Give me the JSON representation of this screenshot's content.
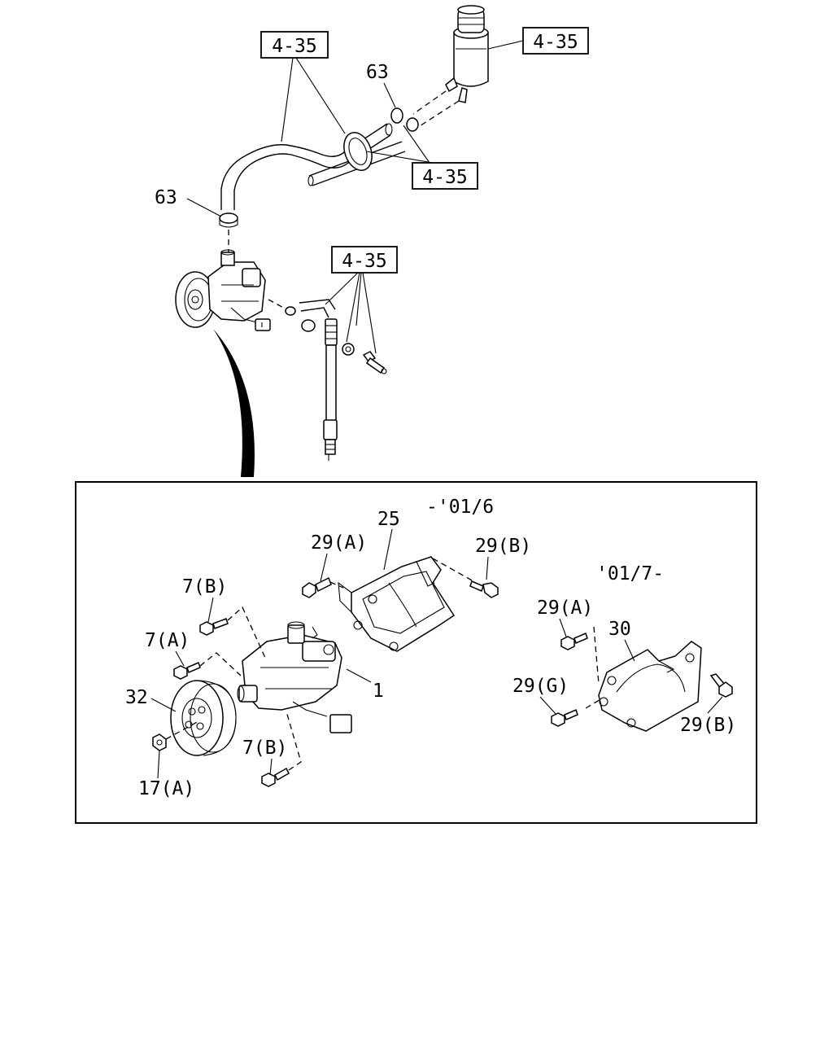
{
  "references": {
    "ref_reservoir": "4-35",
    "ref_hose_top": "4-35",
    "ref_hose_mid": "4-35",
    "ref_pipe": "4-35"
  },
  "callouts": {
    "clip_upper": "63",
    "clip_lower": "63",
    "pump": "1",
    "bracket_early": "25",
    "bracket_late": "30",
    "pulley": "32",
    "nut": "17(A)",
    "bolt_7b_top": "7(B)",
    "bolt_7a": "7(A)",
    "bolt_7b_bottom": "7(B)",
    "bolt_29a_early": "29(A)",
    "bolt_29b_early": "29(B)",
    "bolt_29a_late": "29(A)",
    "bolt_29g_late": "29(G)",
    "bolt_29b_late": "29(B)"
  },
  "variants": {
    "early": "-'01/6",
    "late": "'01/7-"
  }
}
